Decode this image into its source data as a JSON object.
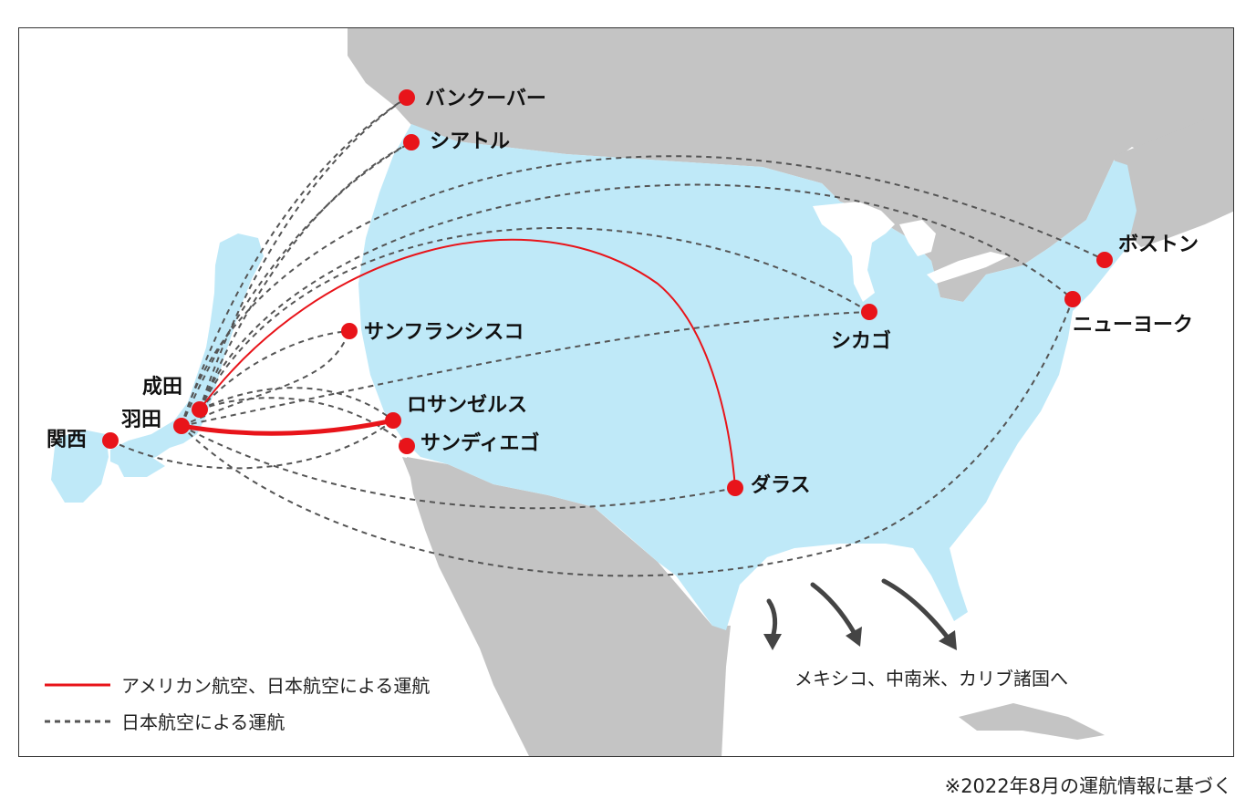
{
  "cities": {
    "vancouver": "バンクーバー",
    "seattle": "シアトル",
    "boston": "ボストン",
    "chicago": "シカゴ",
    "newyork": "ニューヨーク",
    "sanfrancisco": "サンフランシスコ",
    "narita": "成田",
    "haneda": "羽田",
    "kansai": "関西",
    "losangeles": "ロサンゼルス",
    "sandiego": "サンディエゴ",
    "dallas": "ダラス"
  },
  "legend": {
    "solid_label": "アメリカン航空、日本航空による運航",
    "dashed_label": "日本航空による運航"
  },
  "note": "メキシコ、中南米、カリブ諸国へ",
  "footnote": "※2022年8月の運航情報に基づく",
  "colors": {
    "route_solid": "#e8141a",
    "route_dashed": "#555555",
    "usa": "#bfe9f8",
    "land": "#c4c4c4",
    "city_dot": "#e8141a"
  }
}
